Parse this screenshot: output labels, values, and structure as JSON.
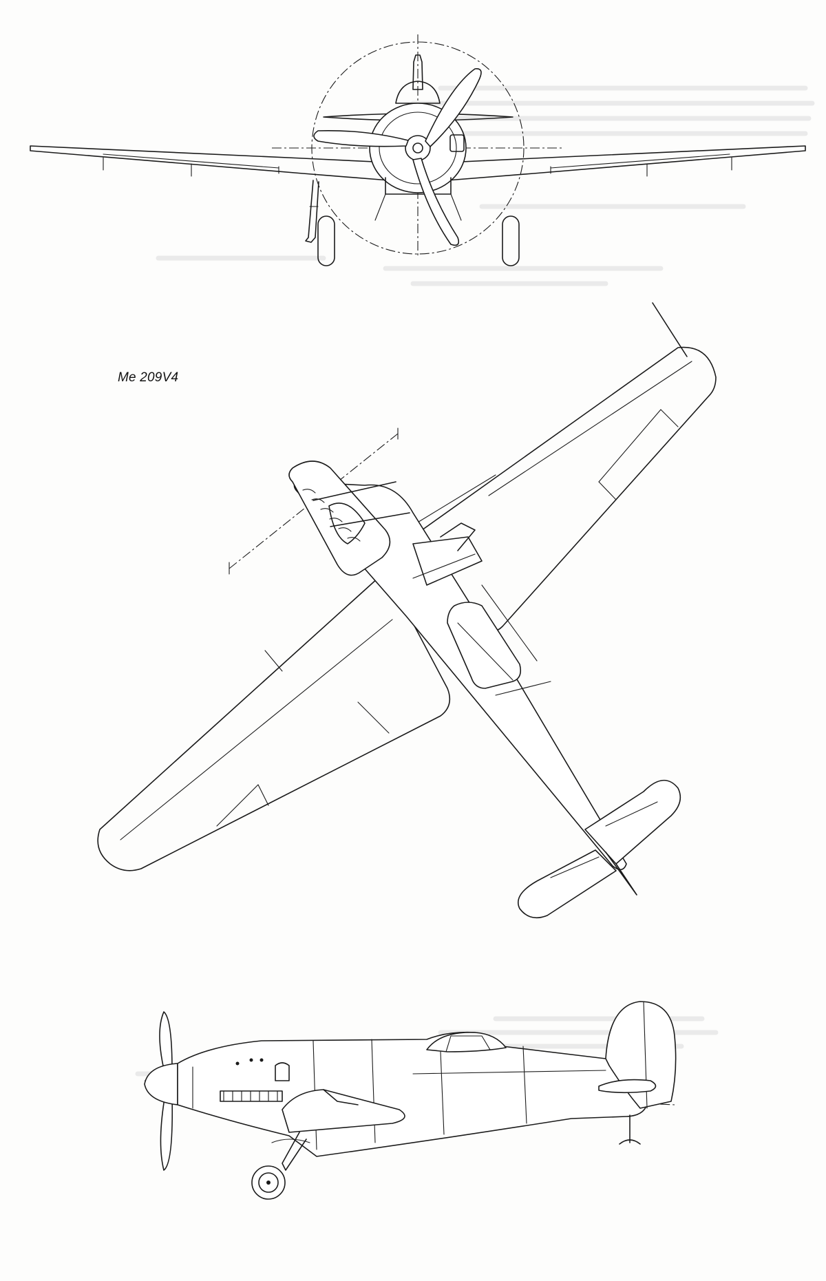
{
  "drawing": {
    "caption": "Me 209V4",
    "views": [
      "front-view",
      "plan-view",
      "side-view"
    ],
    "line_color": "#1a1a1a",
    "paper_color": "#fdfdfc"
  }
}
